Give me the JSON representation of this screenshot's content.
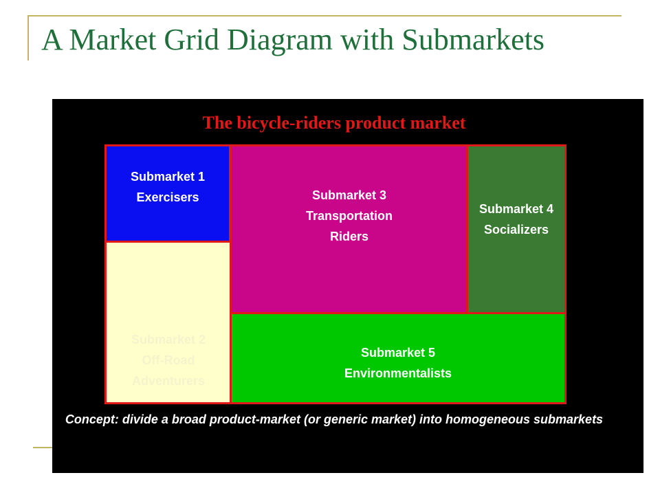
{
  "title": "A Market Grid Diagram with Submarkets",
  "diagram": {
    "heading": "The bicycle-riders product market",
    "submarkets": [
      {
        "line1": "Submarket 1",
        "line2": "Exercisers",
        "line3": ""
      },
      {
        "line1": "Submarket 2",
        "line2": "Off-Road",
        "line3": "Adventurers"
      },
      {
        "line1": "Submarket 3",
        "line2": "Transportation",
        "line3": "Riders"
      },
      {
        "line1": "Submarket 4",
        "line2": "Socializers",
        "line3": ""
      },
      {
        "line1": "Submarket 5",
        "line2": "Environmentalists",
        "line3": ""
      }
    ],
    "concept_line1": "Concept:  divide a broad product-market (or generic market) into",
    "concept_line2": "homogeneous submarkets"
  },
  "colors": {
    "title": "#1e6f3a",
    "accent_rule": "#c2b560",
    "panel_background": "#000000",
    "grid_border": "#e01818",
    "submarket_1": "#0a0ff2",
    "submarket_2": "#ffffcc",
    "submarket_3": "#c9068a",
    "submarket_4": "#3a7a32",
    "submarket_5": "#00c800"
  }
}
